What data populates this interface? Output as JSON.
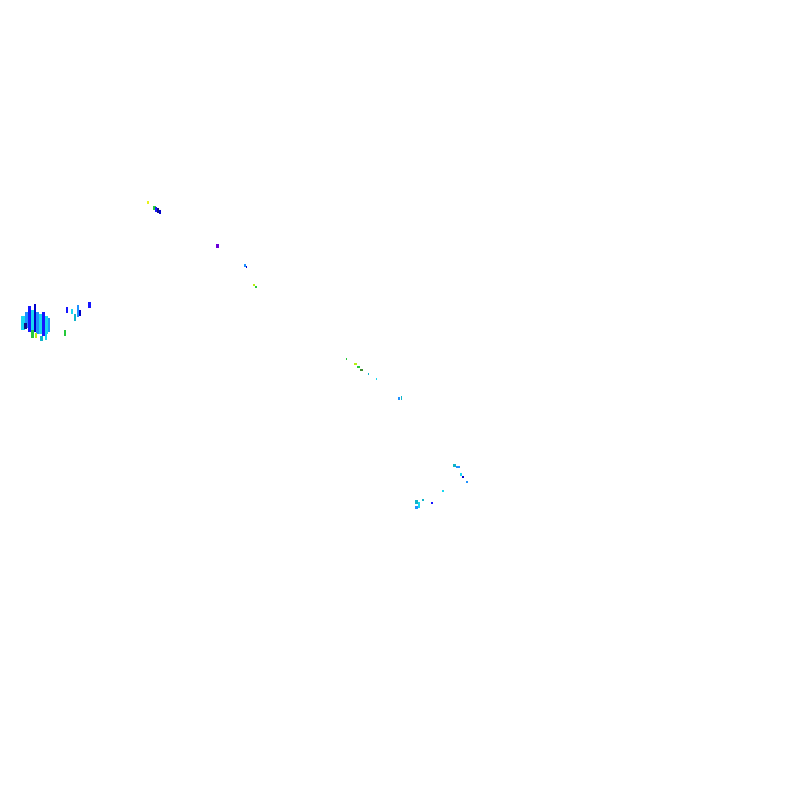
{
  "palette": {
    "background": "#ffffff",
    "blue": "#1515ff",
    "dark_blue": "#0000cc",
    "navy": "#10108a",
    "violet": "#6a00d8",
    "azure": "#1e90ff",
    "cyan": "#18d7f0",
    "teal": "#0fb4c8",
    "green": "#25c93a",
    "lime": "#b6ef10",
    "yellow": "#eaf21c",
    "olive": "#3d8a2f"
  },
  "layer": {
    "kind": "sparse-reflectivity-speckles",
    "color_scale": [
      "violet",
      "blue",
      "azure",
      "cyan",
      "teal",
      "green",
      "lime",
      "yellow"
    ]
  }
}
